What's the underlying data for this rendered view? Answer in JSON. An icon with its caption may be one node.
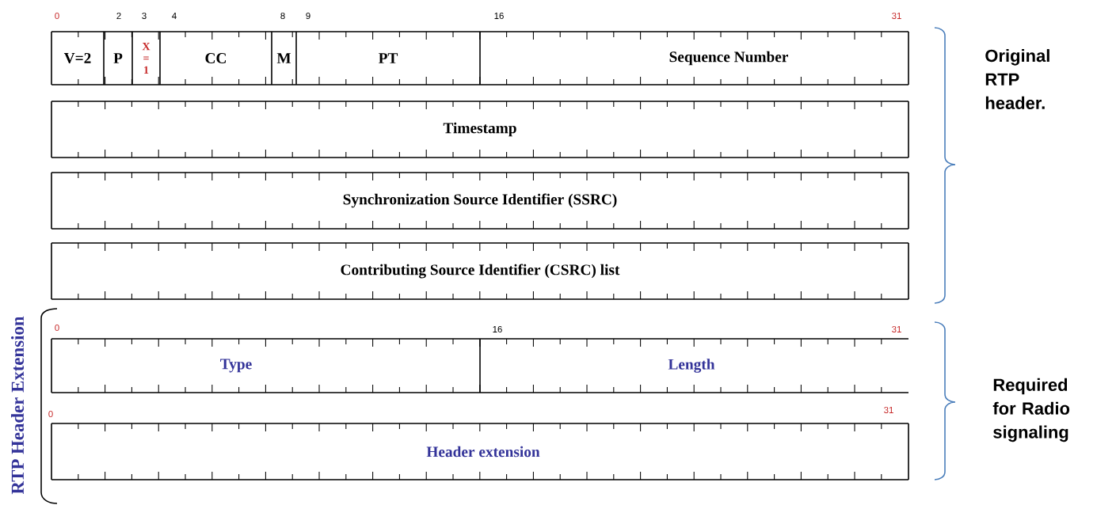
{
  "diagram": {
    "nodes": [
      {
        "text": [
          "V=2"
        ]
      },
      {
        "text": [
          "P"
        ]
      },
      {
        "text": [
          "X = 1"
        ]
      },
      {
        "text": [
          "CC"
        ]
      },
      {
        "text": [
          "M"
        ]
      },
      {
        "text": [
          "PT"
        ]
      },
      {
        "text": [
          "Sequence Number"
        ]
      },
      {
        "text": [
          "Timestamp"
        ]
      },
      {
        "text": [
          "Synchronization Source Identifier (SSRC)"
        ]
      },
      {
        "text": [
          "Contributing Source Identifier (CSRC) list"
        ]
      },
      {
        "text": [
          "Type"
        ]
      },
      {
        "text": [
          "Length"
        ]
      },
      {
        "text": [
          "Header extension"
        ]
      }
    ],
    "labels": [
      "0",
      "2",
      "3",
      "4",
      "8",
      "9",
      "16",
      "31",
      "Original RTP header.",
      "RTP Header Extension",
      "0",
      "16",
      "31",
      "Required for Radio signaling",
      "0",
      "31"
    ]
  }
}
